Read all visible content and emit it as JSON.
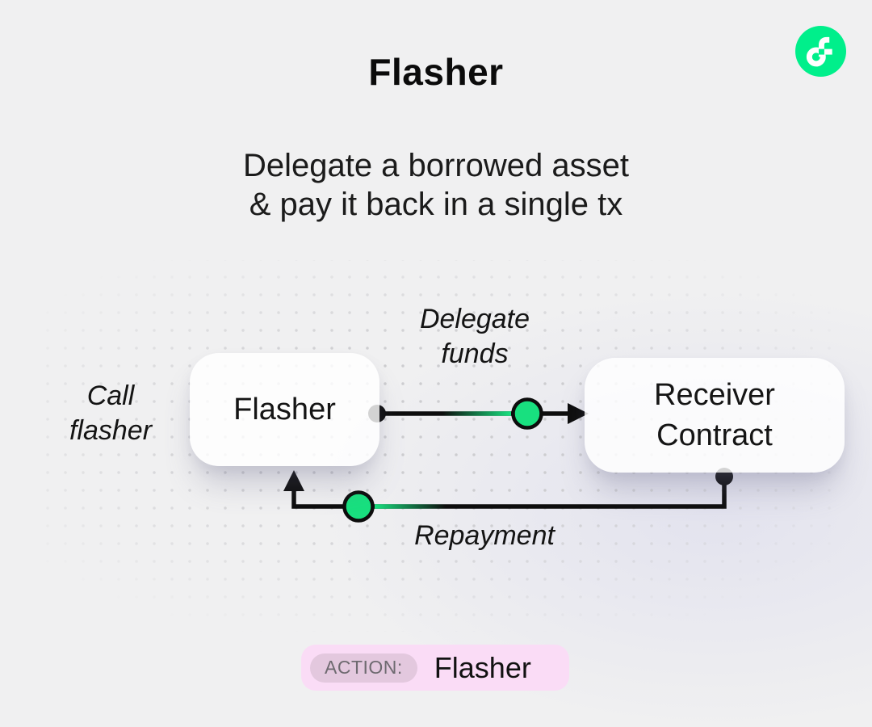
{
  "header": {
    "title": "Flasher",
    "subtitle": [
      "Delegate a borrowed asset",
      "& pay it back in a single tx"
    ],
    "logo_icon": "flow-logo",
    "logo_color": "#00ef8b"
  },
  "diagram": {
    "call_label": [
      "Call",
      "flasher"
    ],
    "nodes": {
      "flasher": {
        "label": "Flasher"
      },
      "receiver": {
        "label": [
          "Receiver",
          "Contract"
        ]
      }
    },
    "edges": {
      "delegate": {
        "label": [
          "Delegate",
          "funds"
        ]
      },
      "repayment": {
        "label": "Repayment"
      }
    },
    "colors": {
      "accent_green": "#18e07f",
      "wire_black": "#0d0d0d",
      "dot_grid": "#cdcdd0"
    }
  },
  "footer": {
    "action_label": "ACTION:",
    "action_value": "Flasher",
    "badge_bg": "#fadcf6",
    "chip_bg": "#e3c8de"
  }
}
